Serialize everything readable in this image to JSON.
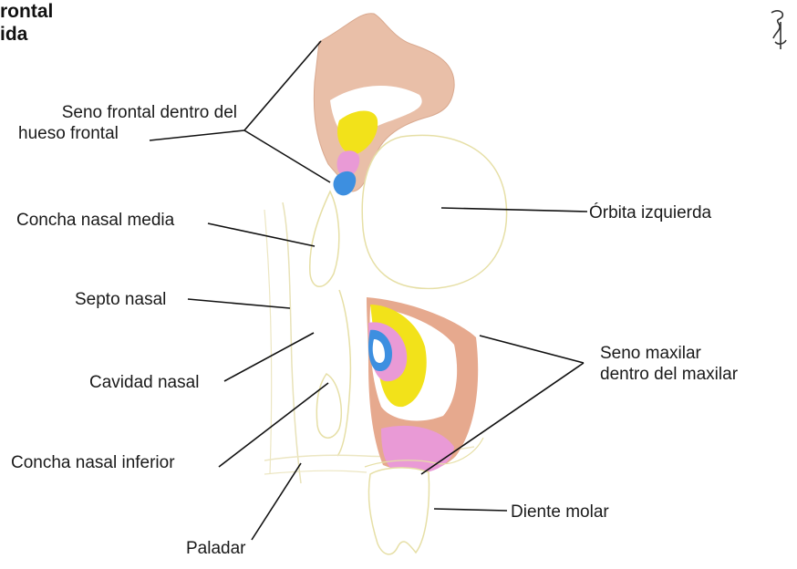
{
  "corner_text": {
    "line1": "rontal",
    "line2": "ida"
  },
  "labels": {
    "seno_frontal_line1": "Seno frontal dentro del",
    "seno_frontal_line2": "hueso frontal",
    "concha_media": "Concha nasal media",
    "septo": "Septo nasal",
    "cavidad": "Cavidad nasal",
    "concha_inferior": "Concha nasal inferior",
    "paladar": "Paladar",
    "orbita": "Órbita izquierda",
    "seno_maxilar_line1": "Seno maxilar",
    "seno_maxilar_line2": "dentro del maxilar",
    "diente": "Diente molar"
  },
  "colors": {
    "frontal_bone": "#e9bfa8",
    "maxilla": "#e6a98e",
    "yellow": "#f2e21a",
    "pink": "#e99ad6",
    "blue": "#3d8fe0",
    "outline": "#e6dfa6",
    "leader": "#111111"
  }
}
